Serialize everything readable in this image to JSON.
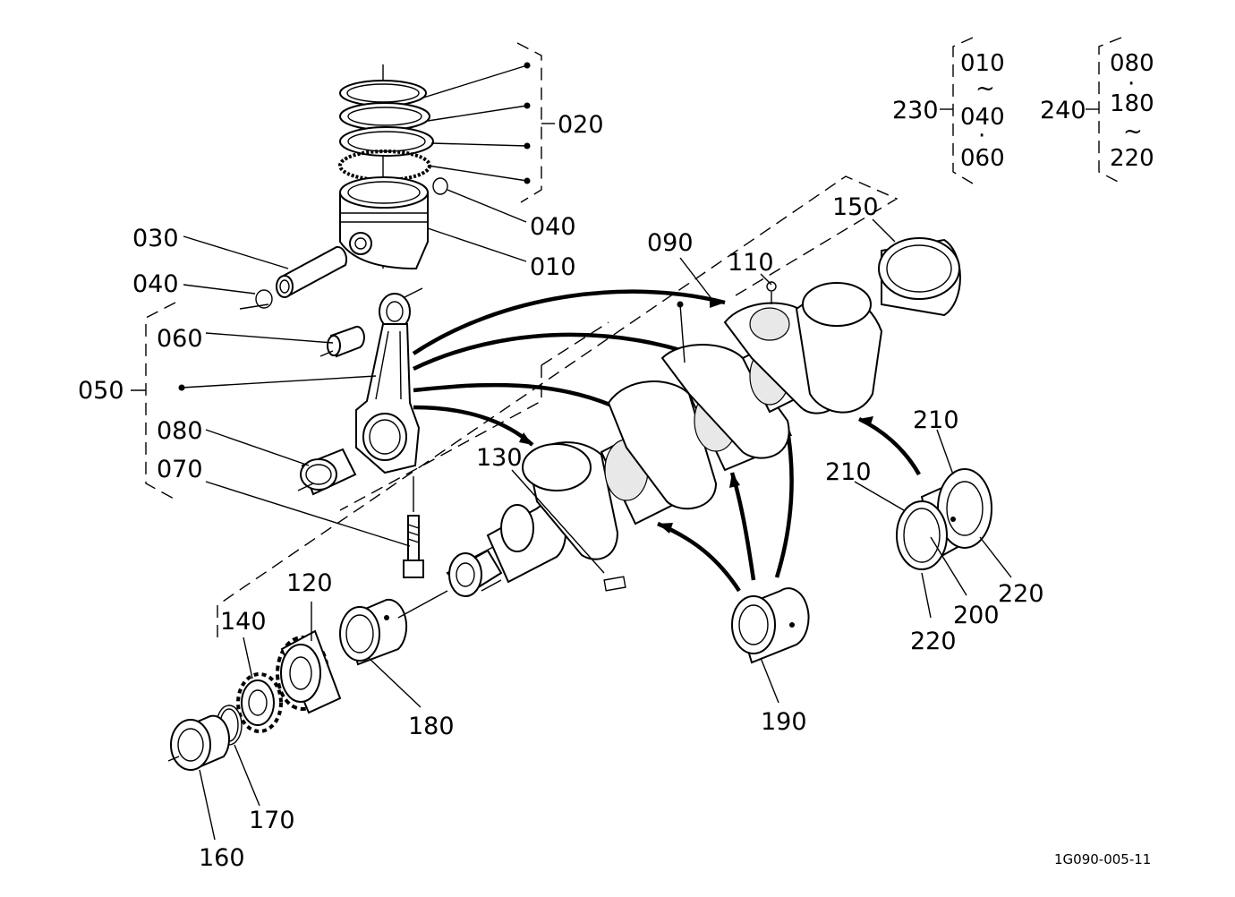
{
  "document_id": "1G090-005-11",
  "callouts": {
    "c010": "010",
    "c020": "020",
    "c030": "030",
    "c040a": "040",
    "c040b": "040",
    "c050": "050",
    "c060": "060",
    "c070": "070",
    "c080": "080",
    "c090": "090",
    "c110": "110",
    "c120": "120",
    "c130": "130",
    "c140": "140",
    "c150": "150",
    "c160": "160",
    "c170": "170",
    "c180": "180",
    "c190": "190",
    "c200": "200",
    "c210a": "210",
    "c210b": "210",
    "c220a": "220",
    "c220b": "220"
  },
  "sets": {
    "set230": {
      "label": "230",
      "lines": [
        "010",
        "~",
        "040",
        "·",
        "060"
      ]
    },
    "set240": {
      "label": "240",
      "lines": [
        "080",
        "·",
        "180",
        "~",
        "220"
      ]
    }
  }
}
